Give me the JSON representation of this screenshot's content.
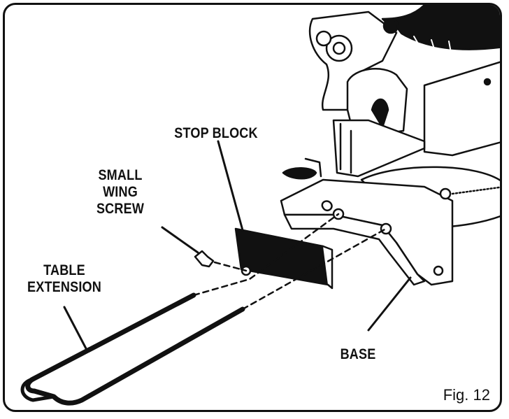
{
  "labels": {
    "stop_block": "STOP BLOCK",
    "small_wing_screw": [
      "SMALL",
      "WING",
      "SCREW"
    ],
    "table_extension": [
      "TABLE",
      "EXTENSION"
    ],
    "base": "BASE"
  },
  "figure_caption": "Fig. 12",
  "colors": {
    "ink": "#111111",
    "paper": "#ffffff"
  }
}
